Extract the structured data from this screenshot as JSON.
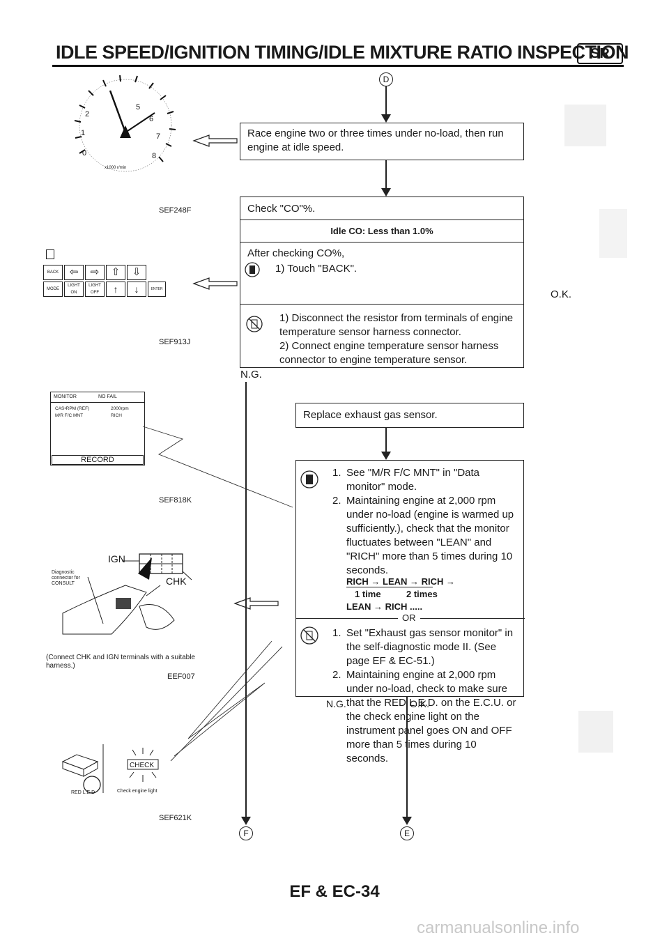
{
  "header": {
    "title": "IDLE SPEED/IGNITION TIMING/IDLE MIXTURE RATIO INSPECTION",
    "badge": "SR"
  },
  "connectors": {
    "top": "D",
    "bottom_left": "F",
    "bottom_right": "E"
  },
  "figures": {
    "tachometer": {
      "code": "SEF248F",
      "dial_labels": [
        "0",
        "1",
        "2",
        "5",
        "6",
        "7",
        "8"
      ],
      "unit": "x1000 r/min"
    },
    "keypad": {
      "code": "SEF913J",
      "top_keys": [
        "⇦",
        "⇨",
        "⇧",
        "⇩"
      ],
      "bottom_keys": [
        "BACK",
        "MODE",
        "LIGHT ON",
        "LIGHT OFF",
        "↑",
        "↓",
        "ENTER"
      ]
    },
    "monitor_screen": {
      "code": "SEF818K",
      "header_left": "MONITOR",
      "header_right": "NO FAIL",
      "rows": [
        {
          "label": "CAS•RPM (REF)",
          "value": "2000rpm"
        },
        {
          "label": "M/R F/C MNT",
          "value": "RICH"
        }
      ],
      "button": "RECORD"
    },
    "connector": {
      "code": "EEF007",
      "labels": {
        "ign": "IGN",
        "chk": "CHK",
        "diag": "Diagnostic connector for CONSULT"
      },
      "caption": "(Connect CHK and IGN terminals with a suitable harness.)"
    },
    "led": {
      "code": "SEF621K",
      "red_led": "RED L.E.D",
      "check_label": "CHECK",
      "check_light": "Check engine light"
    }
  },
  "flow": {
    "step1": "Race engine two or three times under no-load, then run engine at idle speed.",
    "step2_title": "Check \"CO\"%.",
    "step2_spec": "Idle CO: Less than 1.0%",
    "step2_after": "After checking CO%,",
    "step2_touch": "1) Touch \"BACK\".",
    "step2_alt1": "1) Disconnect the resistor from terminals of engine temperature sensor harness connector.",
    "step2_alt2": "2) Connect engine temperature sensor harness connector to engine temperature sensor.",
    "ng1": "N.G.",
    "ok1": "O.K.",
    "step3": "Replace exhaust gas sensor.",
    "step4_items": [
      "See \"M/R F/C MNT\" in \"Data monitor\" mode.",
      "Maintaining engine at 2,000 rpm under no-load (engine is warmed up sufficiently.), check that the monitor fluctuates between \"LEAN\" and \"RICH\" more than 5 times during 10 seconds."
    ],
    "cycle_line": "RICH → LEAN → RICH →",
    "cycle_count_1": "1 time",
    "cycle_count_2": "2 times",
    "cycle_line2": "LEAN → RICH .....",
    "or_label": "OR",
    "step4_alt_items": [
      "Set \"Exhaust gas sensor monitor\" in the self-diagnostic mode II. (See page EF & EC-51.)",
      "Maintaining engine at 2,000 rpm under no-load, check to make sure that the RED L.E.D. on the E.C.U. or the check engine light on the instrument panel goes ON and OFF more than 5 times during 10 seconds."
    ],
    "ng2": "N.G.",
    "ok2": "O.K."
  },
  "footer": {
    "page": "EF & EC-34",
    "watermark": "carmanualsonline.info"
  }
}
